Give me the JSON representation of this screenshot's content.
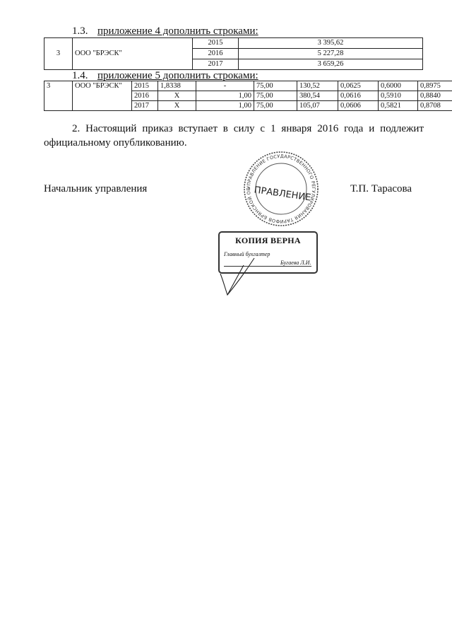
{
  "section_1_3": {
    "number": "1.3.",
    "text": "приложение 4 дополнить строками:"
  },
  "table1": {
    "row_num": "3",
    "org": "ООО \"БРЭСК\"",
    "rows": [
      {
        "year": "2015",
        "value": "3 395,62"
      },
      {
        "year": "2016",
        "value": "5 227,28"
      },
      {
        "year": "2017",
        "value": "3 659,26"
      }
    ]
  },
  "section_1_4": {
    "number": "1.4.",
    "text": "приложение 5 дополнить строками:"
  },
  "table2": {
    "row_num": "3",
    "org": "ООО \"БРЭСК\"",
    "rows": [
      {
        "year": "2015",
        "c1": "1,8338",
        "c2": "-",
        "c3": "75,00",
        "c4": "130,52",
        "c5": "0,0625",
        "c6": "0,6000",
        "c7": "0,8975"
      },
      {
        "year": "2016",
        "c1": "X",
        "c2": "1,00",
        "c3": "75,00",
        "c4": "380,54",
        "c5": "0,0616",
        "c6": "0,5910",
        "c7": "0,8840"
      },
      {
        "year": "2017",
        "c1": "X",
        "c2": "1,00",
        "c3": "75,00",
        "c4": "105,07",
        "c5": "0,0606",
        "c6": "0,5821",
        "c7": "0,8708"
      }
    ]
  },
  "paragraph_2": "2. Настоящий приказ вступает в силу с 1 января 2016 года и подлежит официальному опубликованию.",
  "signature": {
    "role": "Начальник управления",
    "name": "Т.П. Тарасова"
  },
  "seal": {
    "center_text": "ПРАВЛЕНИЕ",
    "ring_text": "УПРАВЛЕНИЕ ГОСУДАРСТВЕННОГО РЕГУЛИРОВАНИЯ ТАРИФОВ БРЯНСКОЙ ОБЛАСТИ"
  },
  "copy_stamp": {
    "title": "КОПИЯ ВЕРНА",
    "role": "Главный бухгалтер",
    "name": "Бугаева Л.И."
  }
}
